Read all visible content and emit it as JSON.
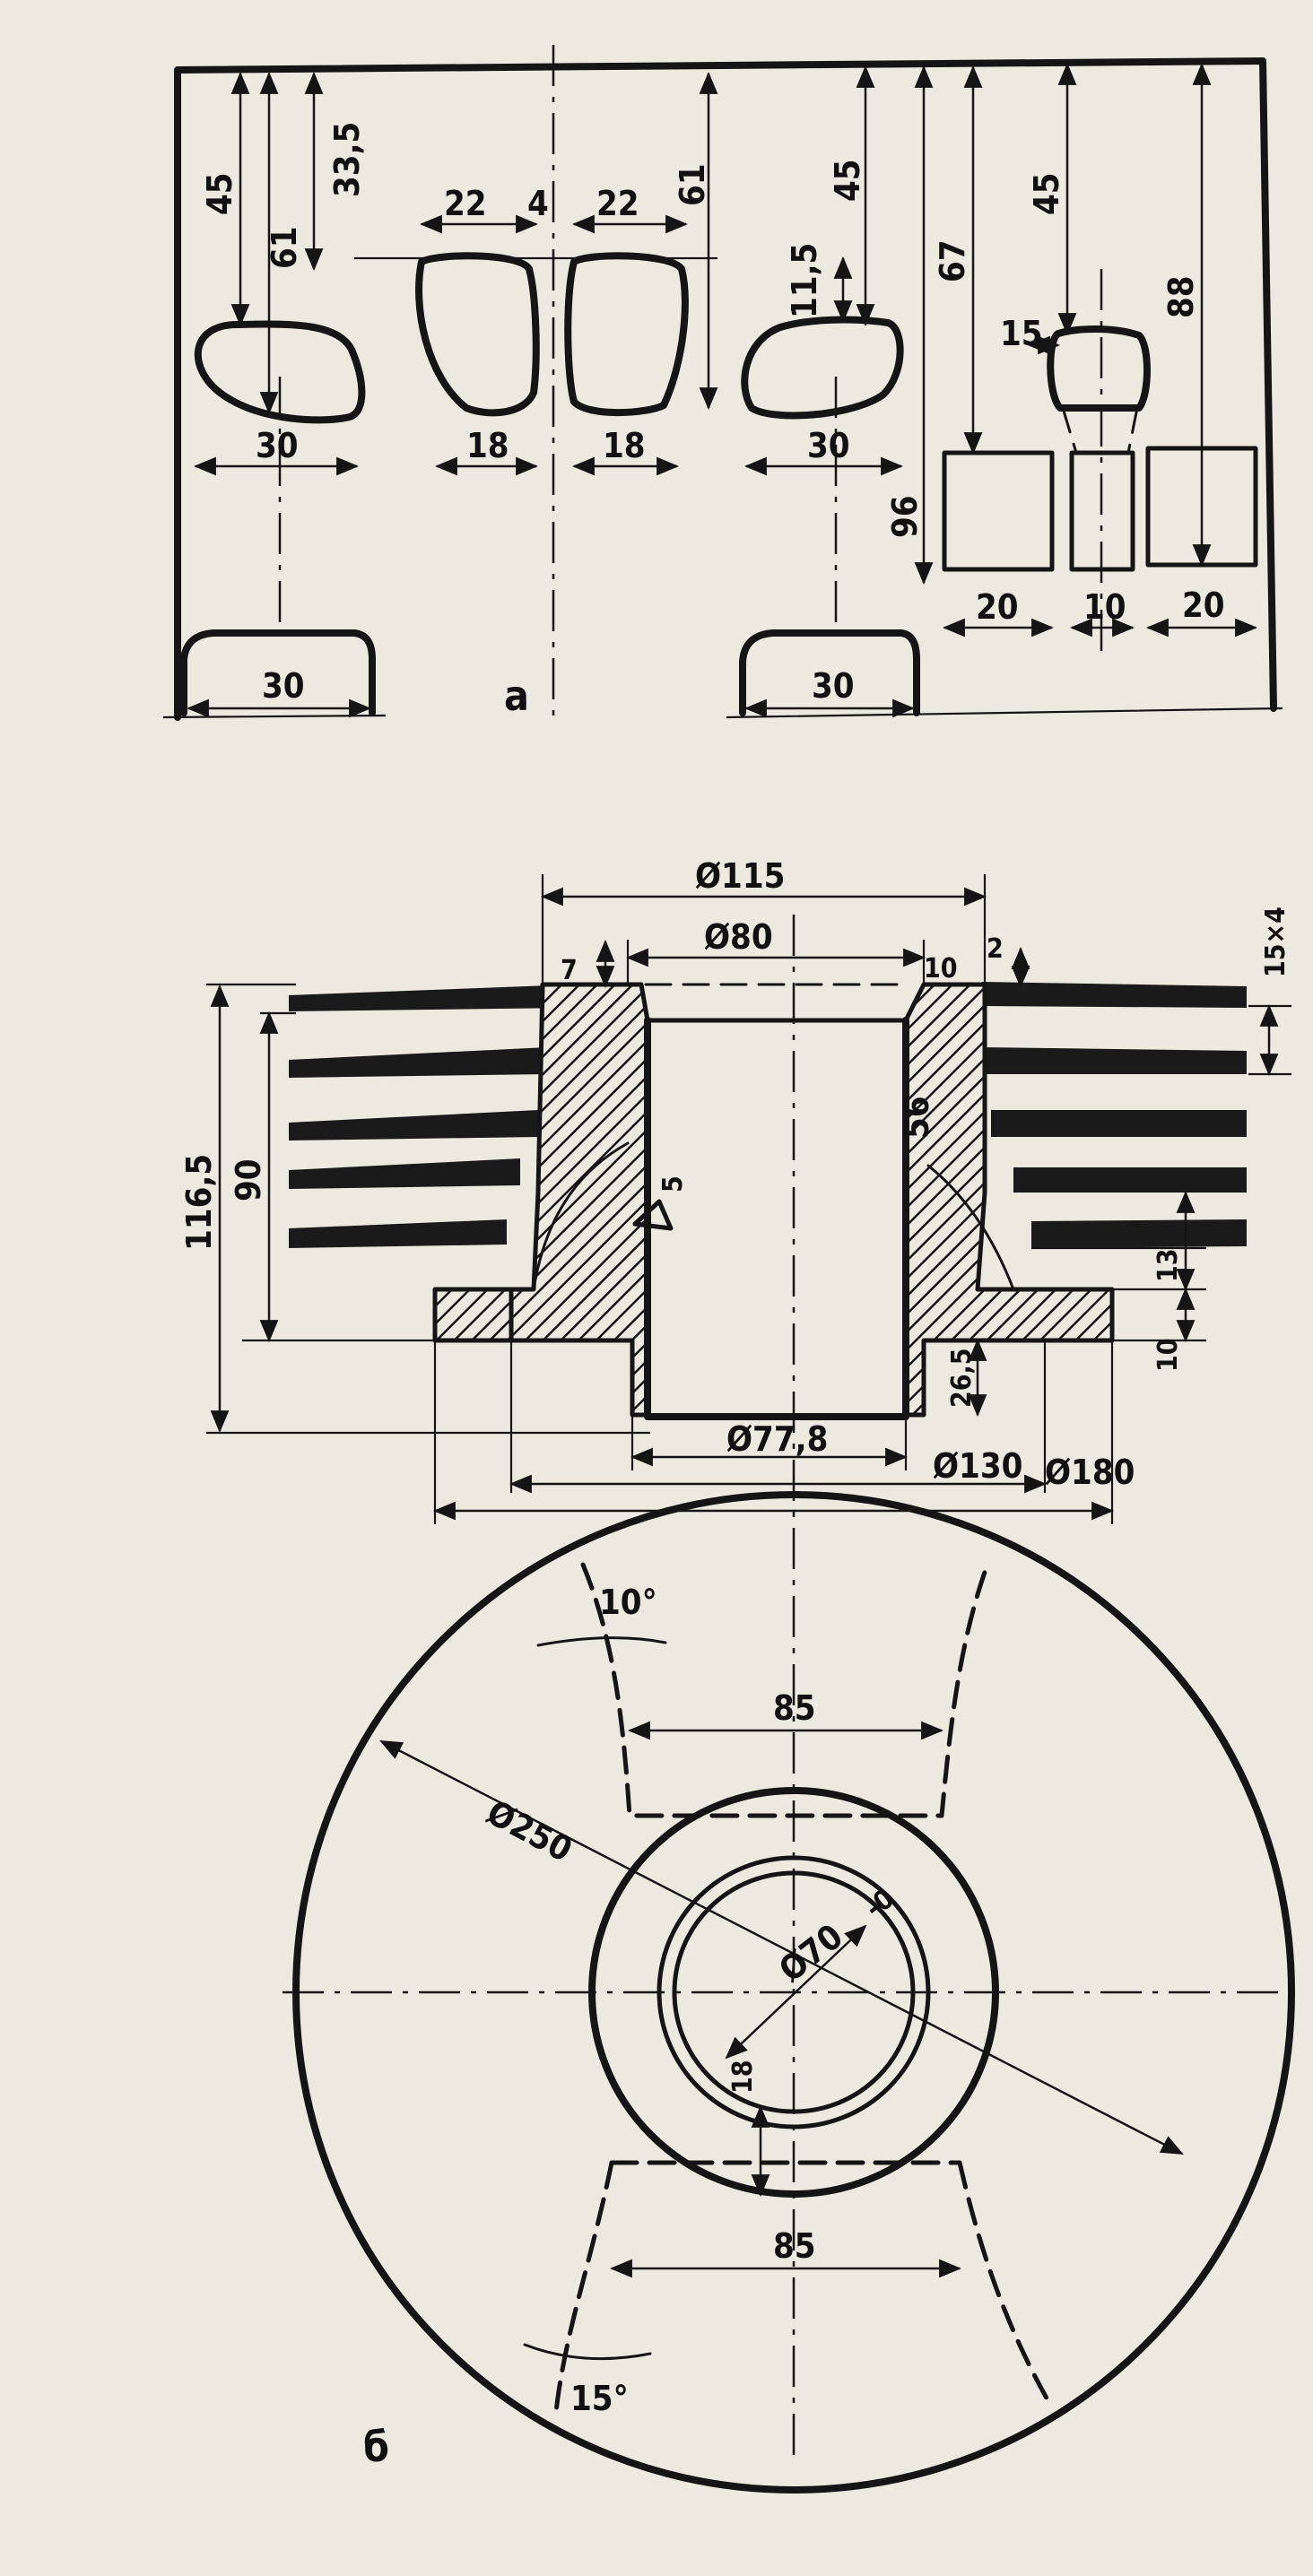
{
  "view_a": {
    "label": "а",
    "dims": {
      "v45": "45",
      "v61": "61",
      "v33": "33,5",
      "t22a": "22",
      "t4": "4",
      "t22b": "22",
      "v61b": "61",
      "v11": "11,5",
      "v45b": "45",
      "v67": "67",
      "v45c": "45",
      "v88": "88",
      "v96": "96",
      "w15": "15",
      "w30a": "30",
      "w18a": "18",
      "w18b": "18",
      "w30b": "30",
      "w20a": "20",
      "w10": "10",
      "w20b": "20",
      "w30c": "30",
      "w30d": "30"
    }
  },
  "view_b": {
    "label": "б",
    "dims": {
      "d115": "Ø115",
      "d80": "Ø80",
      "v7": "7",
      "v10": "10",
      "v2": "2",
      "fins": "15×4",
      "h116": "116,5",
      "h90": "90",
      "v56": "56",
      "v5": "5",
      "v13": "13",
      "v10b": "10",
      "v26": "26,5",
      "d77": "Ø77,8",
      "d130": "Ø130",
      "d180": "Ø180",
      "a10": "10°",
      "w85a": "85",
      "d250": "Ø250",
      "d70": "Ø70",
      "d70sup": "-0",
      "r18": "18",
      "w85b": "85",
      "a15": "15°"
    }
  }
}
